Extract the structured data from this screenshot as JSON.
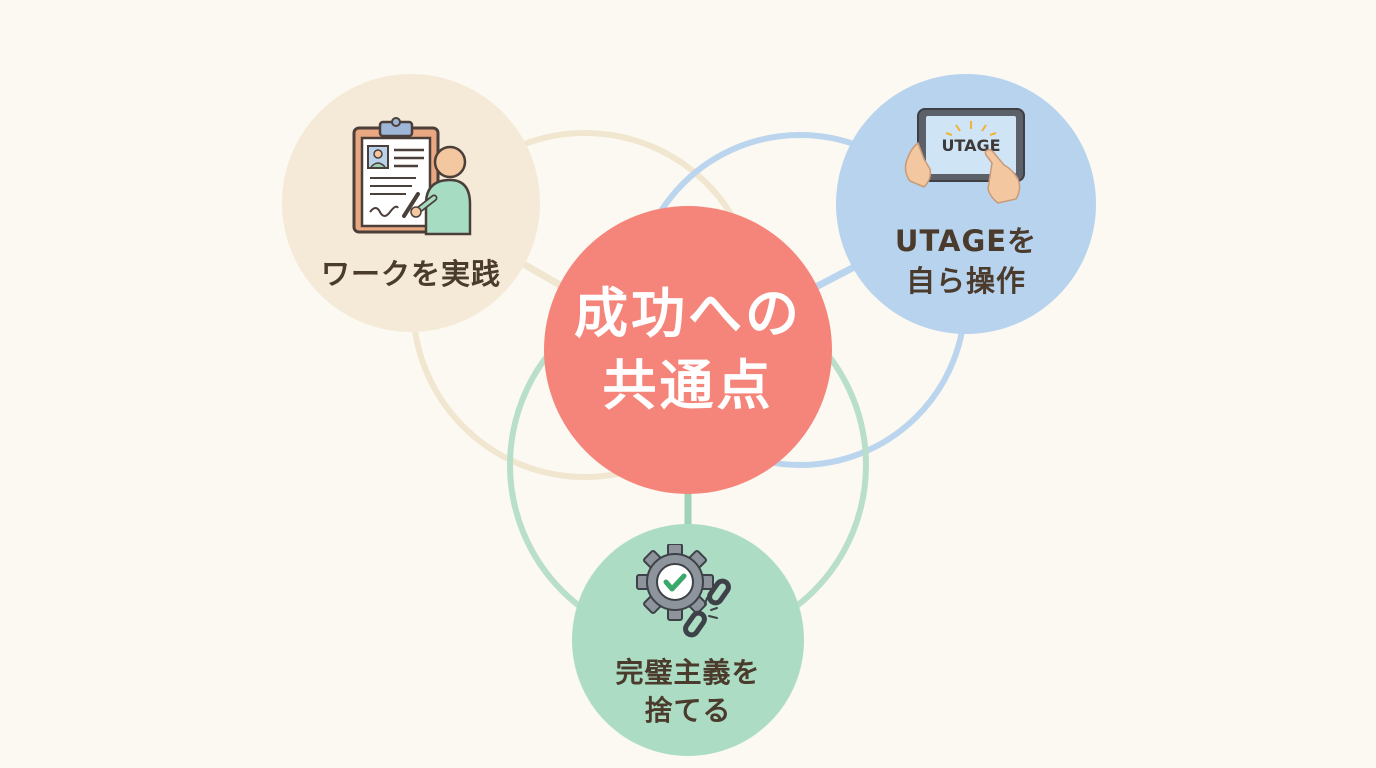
{
  "diagram": {
    "center": {
      "label": "成功への\n共通点",
      "color": "#f5857a"
    },
    "nodes": [
      {
        "id": "work",
        "label": "ワークを実践",
        "icon": "clipboard-writing-icon",
        "color": "#f4ead7"
      },
      {
        "id": "utage",
        "label": "UTAGEを\n自ら操作",
        "icon": "tablet-touch-icon",
        "screen_text": "UTAGE",
        "color": "#b8d3ee"
      },
      {
        "id": "perfect",
        "label": "完璧主義を\n捨てる",
        "icon": "gear-check-broken-chain-icon",
        "color": "#acdcc4"
      }
    ]
  }
}
